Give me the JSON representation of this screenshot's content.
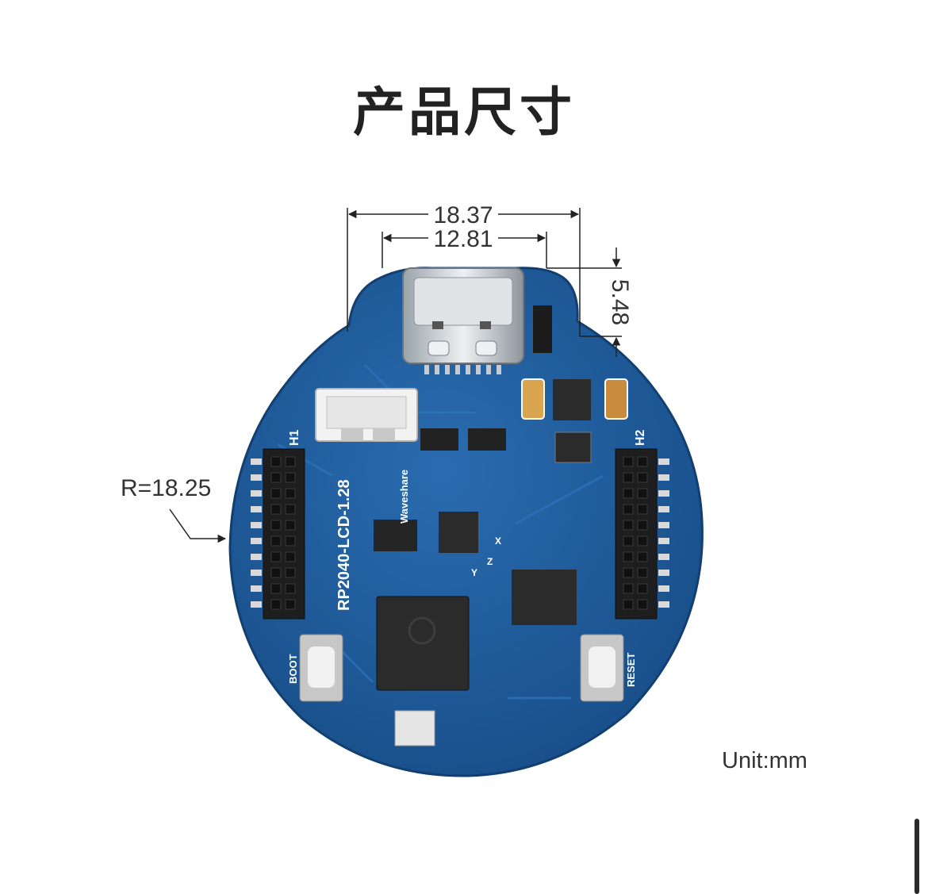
{
  "title": "产品尺寸",
  "dimensions": {
    "overall_width": "18.37",
    "connector_width": "12.81",
    "connector_height": "5.48",
    "radius": "R=18.25"
  },
  "unit_label": "Unit:mm",
  "board": {
    "model_label": "RP2040-LCD-1.28",
    "brand_label": "Waveshare",
    "header_left": "H1",
    "header_right": "H2",
    "button_left": "BOOT",
    "button_right": "RESET",
    "axis_x": "X",
    "axis_y": "Y",
    "axis_z": "Z"
  },
  "colors": {
    "pcb": "#1d5a9a",
    "pcb_dark": "#154a84",
    "header": "#1e1e1e",
    "background": "#ffffff"
  }
}
